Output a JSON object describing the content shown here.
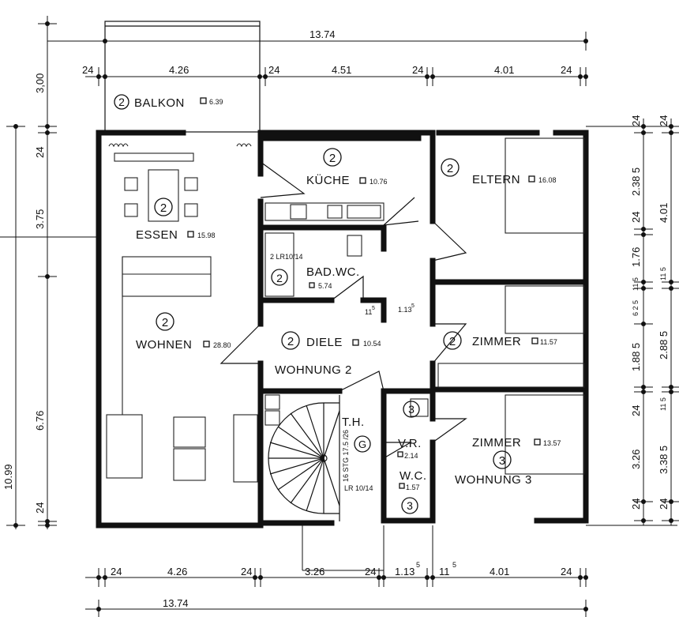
{
  "rooms": {
    "balkon": {
      "unit": "2",
      "name": "BALKON",
      "area": "6.39"
    },
    "essen": {
      "name": "ESSEN",
      "area": "15.98",
      "unit": "2"
    },
    "wohnen": {
      "unit": "2",
      "name": "WOHNEN",
      "area": "28.80"
    },
    "kueche": {
      "unit": "2",
      "name": "KÜCHE",
      "area": "10.76"
    },
    "bad": {
      "unit": "2",
      "name": "BAD.WC.",
      "area": "5.74",
      "vent": "2 LR10/14"
    },
    "diele": {
      "unit": "2",
      "name": "DIELE",
      "area": "10.54"
    },
    "eltern": {
      "unit": "2",
      "name": "ELTERN",
      "area": "16.08"
    },
    "zimmer1": {
      "unit": "2",
      "name": "ZIMMER",
      "area": "11.57"
    },
    "zimmer2": {
      "unit": "3",
      "name": "ZIMMER",
      "area": "13.57"
    },
    "vr": {
      "name": "V.R.",
      "area": "2.14"
    },
    "wc": {
      "name": "W.C.",
      "area": "1.57",
      "unit": "3"
    }
  },
  "labels": {
    "wohnung2": "WOHNUNG 2",
    "wohnung3": "WOHNUNG 3",
    "th": "T.H.",
    "th_unit": "3",
    "stair_note": "16 STG 17.5 /26",
    "stair_g": "G",
    "lr": "LR 10/14",
    "d_115": "11",
    "d_115_sup": "5",
    "d_1135": "1.13",
    "d_1135_sup": "5"
  },
  "dimensions": {
    "top_total": "13.74",
    "top": [
      "24",
      "4.26",
      "24",
      "4.51",
      "24",
      "4.01",
      "24"
    ],
    "bottom_total": "13.74",
    "bottom": [
      "24",
      "4.26",
      "24",
      "3.26",
      "24",
      "1.13",
      "5",
      "11",
      "5",
      "4.01",
      "24"
    ],
    "left": [
      "3,00",
      "24",
      "3.75",
      "6.76",
      "24",
      "10.99"
    ],
    "right_inner": [
      "24",
      "2.38 5",
      "24",
      "1.76",
      "11 5",
      "6 2 5",
      "1.88 5",
      "24",
      "3.26",
      "24"
    ],
    "right_outer": [
      "24",
      "4.01",
      "11 5",
      "2.88 5",
      "11 5",
      "3.38 5",
      "24"
    ]
  }
}
